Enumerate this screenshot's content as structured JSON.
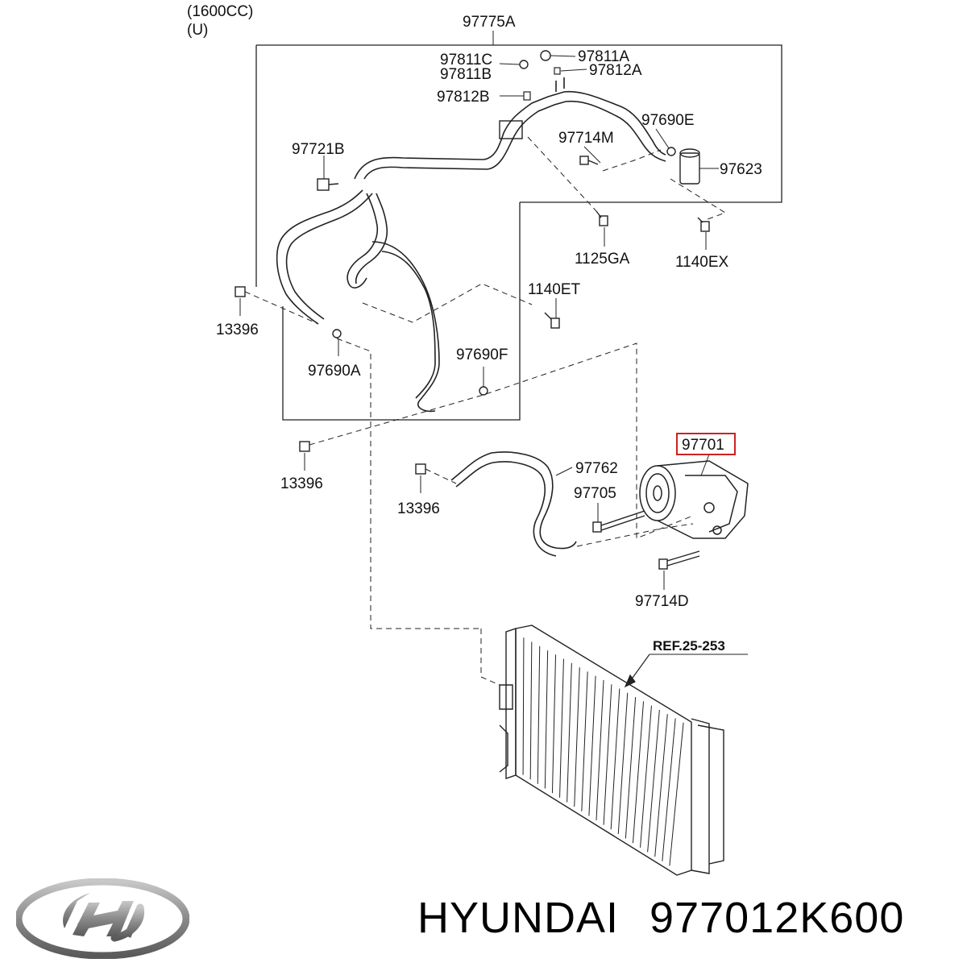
{
  "header": {
    "engine": "(1600CC)",
    "variant": "(U)"
  },
  "labels": {
    "p97775A": "97775A",
    "p97811C": "97811C",
    "p97811B": "97811B",
    "p97811A": "97811A",
    "p97812A": "97812A",
    "p97812B": "97812B",
    "p97690E": "97690E",
    "p97714M": "97714M",
    "p97623": "97623",
    "p97721B": "97721B",
    "p1125GA": "1125GA",
    "p1140EX": "1140EX",
    "p1140ET": "1140ET",
    "p13396_a": "13396",
    "p97690A": "97690A",
    "p97690F": "97690F",
    "p13396_b": "13396",
    "p13396_c": "13396",
    "p97762": "97762",
    "p97705": "97705",
    "p97701": "97701",
    "p97714D": "97714D",
    "ref": "REF.25-253"
  },
  "highlight": {
    "part": "97701",
    "color": "#cc2222"
  },
  "footer": {
    "brand": "HYUNDAI",
    "part_number": "977012K600"
  },
  "logo": {
    "icon": "hyundai-logo-icon",
    "color": "#8a8a8a"
  }
}
